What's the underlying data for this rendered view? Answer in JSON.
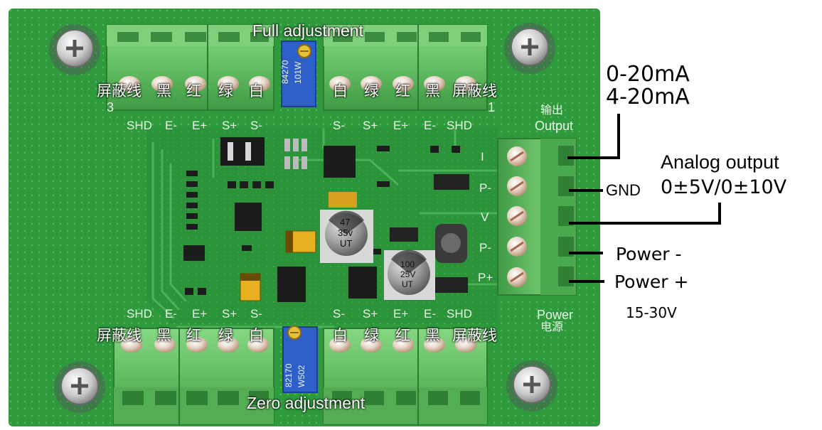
{
  "top_labels": {
    "full_adjustment": "Full adjustment",
    "zero_adjustment": "Zero adjustment"
  },
  "wire_labels_cn": [
    "屏蔽线",
    "黑",
    "红",
    "绿",
    "白"
  ],
  "wire_labels_cn_right": [
    "白",
    "绿",
    "红",
    "黑",
    "屏蔽线"
  ],
  "silk_terms_left": [
    "SHD",
    "E-",
    "E+",
    "S+",
    "S-"
  ],
  "silk_terms_right": [
    "S-",
    "S+",
    "E+",
    "E-",
    "SHD"
  ],
  "silk_bottom_left": [
    "SHD",
    "E-",
    "E+",
    "S+",
    "S-"
  ],
  "silk_bottom_right": [
    "S-",
    "S+",
    "E+",
    "E-",
    "SHD"
  ],
  "output": {
    "cn": "输出",
    "en": "Output",
    "current_1": "0-20mA",
    "current_2": "4-20mA",
    "gnd": "GND",
    "analog_title": "Analog output",
    "analog_range": "0±5V/0±10V",
    "power_minus": "Power -",
    "power_plus": "Power +",
    "voltage": "15-30V"
  },
  "power_silk": {
    "en": "Power",
    "cn": "电源"
  },
  "pin_labels": [
    "I",
    "P-",
    "V",
    "P-",
    "P+"
  ],
  "pot_text": {
    "top_a": "84270",
    "top_b": "101W",
    "bottom_a": "82170",
    "bottom_b": "W502"
  },
  "cap_text": {
    "c1_a": "47",
    "c1_b": "35v",
    "c1_c": "UT",
    "c2_a": "100",
    "c2_b": "25V",
    "c2_c": "UT"
  },
  "connector_numbers": {
    "left": "3",
    "right": "1"
  },
  "colors": {
    "pcb": "#2e9a3c",
    "terminal": "#6cc26a",
    "terminal_dark": "#3f9a44",
    "pot": "#2f5fc8"
  }
}
